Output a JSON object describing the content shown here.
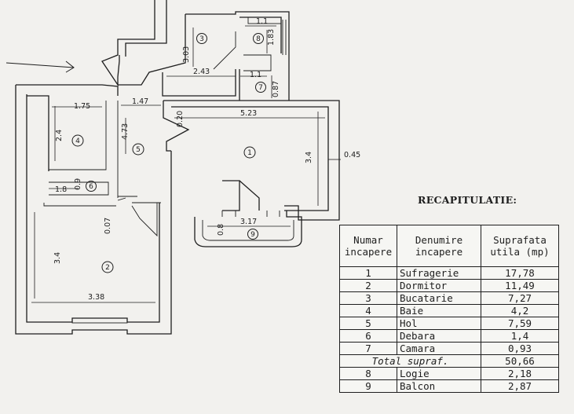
{
  "recap_title": "RECAPITULATIE:",
  "table": {
    "headers": [
      "Numar incapere",
      "Denumire incapere",
      "Suprafata utila (mp)"
    ],
    "rows": [
      {
        "num": "1",
        "name": "Sufragerie",
        "area": "17,78"
      },
      {
        "num": "2",
        "name": "Dormitor",
        "area": "11,49"
      },
      {
        "num": "3",
        "name": "Bucatarie",
        "area": "7,27"
      },
      {
        "num": "4",
        "name": "Baie",
        "area": "4,2"
      },
      {
        "num": "5",
        "name": "Hol",
        "area": "7,59"
      },
      {
        "num": "6",
        "name": "Debara",
        "area": "1,4"
      },
      {
        "num": "7",
        "name": "Camara",
        "area": "0,93"
      }
    ],
    "total": {
      "label": "Total supraf.",
      "area": "50,66"
    },
    "extra_rows": [
      {
        "num": "8",
        "name": "Logie",
        "area": "2,18"
      },
      {
        "num": "9",
        "name": "Balcon",
        "area": "2,87"
      }
    ]
  },
  "plan": {
    "dimensions": {
      "d1_1": "1.1",
      "d1_83": "1.83",
      "d3_03": "3.03",
      "d2_43": "2.43",
      "d1_1b": "1.1",
      "d0_87": "0.87",
      "d1_75": "1.75",
      "d1_47": "1.47",
      "d5_23": "5.23",
      "d0_20": "0.20",
      "d4_73": "4.73",
      "d2_4": "2.4",
      "d3_4a": "3.4",
      "d0_45": "0.45",
      "d1_8": "1.8",
      "d0_9": "0.9",
      "d0_07": "0.07",
      "d3_4b": "3.4",
      "d3_38": "3.38",
      "d3_17": "3.17",
      "d0_8": "0.8"
    },
    "room_labels": [
      "1",
      "2",
      "3",
      "4",
      "5",
      "6",
      "7",
      "8",
      "9"
    ]
  }
}
